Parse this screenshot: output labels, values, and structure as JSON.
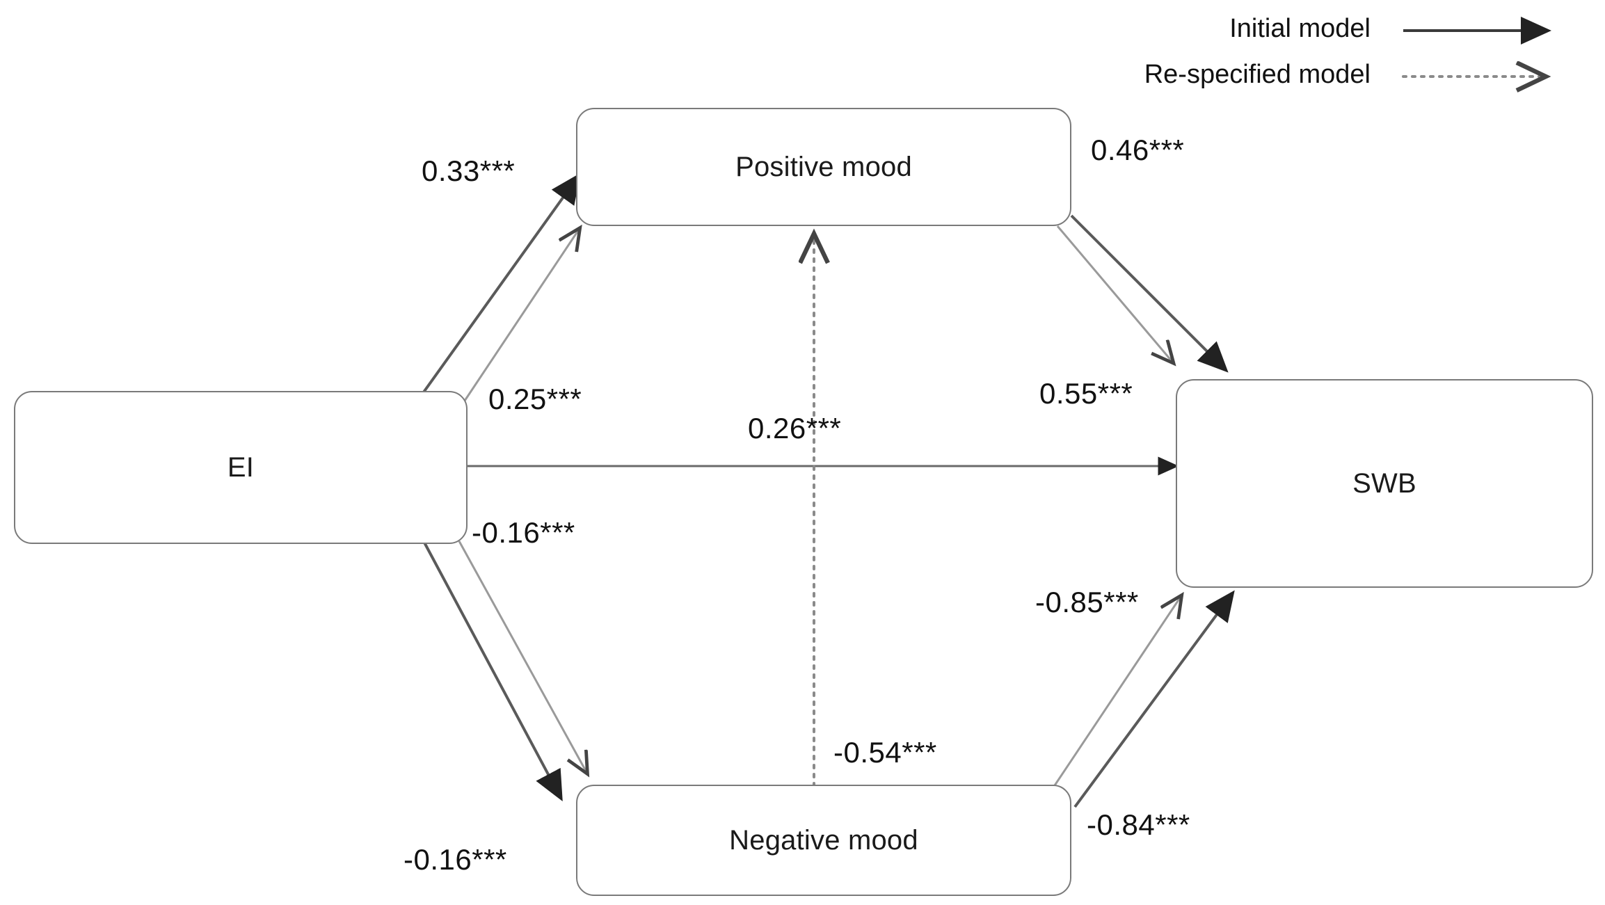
{
  "figure": {
    "type": "path-diagram",
    "description": "Structural equation model path diagram of EI, Positive mood, Negative mood and SWB"
  },
  "legend": {
    "items": [
      {
        "label": "Initial model",
        "line_style": "solid",
        "arrow": "filled"
      },
      {
        "label": "Re-specified model",
        "line_style": "dotted",
        "arrow": "open"
      }
    ]
  },
  "nodes": [
    {
      "id": "ei",
      "label": "EI"
    },
    {
      "id": "positive_mood",
      "label": "Positive mood"
    },
    {
      "id": "negative_mood",
      "label": "Negative mood"
    },
    {
      "id": "swb",
      "label": "SWB"
    }
  ],
  "edges": [
    {
      "id": "ei_pos_initial",
      "from": "EI",
      "to": "Positive mood",
      "label": "0.33***",
      "model": "Initial model"
    },
    {
      "id": "ei_pos_respec",
      "from": "EI",
      "to": "Positive mood",
      "label": "0.25***",
      "model": "Re-specified model"
    },
    {
      "id": "pos_swb_initial",
      "from": "Positive mood",
      "to": "SWB",
      "label": "0.46***",
      "model": "Initial model"
    },
    {
      "id": "pos_swb_respec",
      "from": "Positive mood",
      "to": "SWB",
      "label": "0.55***",
      "model": "Re-specified model"
    },
    {
      "id": "ei_swb_direct",
      "from": "EI",
      "to": "SWB",
      "label": "0.26***",
      "model": "Initial model"
    },
    {
      "id": "ei_neg_initial",
      "from": "EI",
      "to": "Negative mood",
      "label": "-0.16***",
      "model": "Initial model"
    },
    {
      "id": "ei_neg_respec",
      "from": "EI",
      "to": "Negative mood",
      "label": "-0.16***",
      "model": "Re-specified model"
    },
    {
      "id": "neg_swb_initial",
      "from": "Negative mood",
      "to": "SWB",
      "label": "-0.84***",
      "model": "Initial model"
    },
    {
      "id": "neg_swb_respec",
      "from": "Negative mood",
      "to": "SWB",
      "label": "-0.85***",
      "model": "Re-specified model"
    },
    {
      "id": "neg_pos_respec",
      "from": "Negative mood",
      "to": "Positive mood",
      "label": "-0.54***",
      "model": "Re-specified model"
    }
  ],
  "chart_data": {
    "type": "diagram",
    "title": "",
    "nodes": [
      "EI",
      "Positive mood",
      "Negative mood",
      "SWB"
    ],
    "paths": [
      {
        "source": "EI",
        "target": "Positive mood",
        "coefficient": 0.33,
        "significance": "***",
        "model": "Initial model"
      },
      {
        "source": "EI",
        "target": "Positive mood",
        "coefficient": 0.25,
        "significance": "***",
        "model": "Re-specified model"
      },
      {
        "source": "Positive mood",
        "target": "SWB",
        "coefficient": 0.46,
        "significance": "***",
        "model": "Initial model"
      },
      {
        "source": "Positive mood",
        "target": "SWB",
        "coefficient": 0.55,
        "significance": "***",
        "model": "Re-specified model"
      },
      {
        "source": "EI",
        "target": "SWB",
        "coefficient": 0.26,
        "significance": "***",
        "model": "Initial model"
      },
      {
        "source": "EI",
        "target": "Negative mood",
        "coefficient": -0.16,
        "significance": "***",
        "model": "Initial model"
      },
      {
        "source": "EI",
        "target": "Negative mood",
        "coefficient": -0.16,
        "significance": "***",
        "model": "Re-specified model"
      },
      {
        "source": "Negative mood",
        "target": "SWB",
        "coefficient": -0.84,
        "significance": "***",
        "model": "Initial model"
      },
      {
        "source": "Negative mood",
        "target": "SWB",
        "coefficient": -0.85,
        "significance": "***",
        "model": "Re-specified model"
      },
      {
        "source": "Negative mood",
        "target": "Positive mood",
        "coefficient": -0.54,
        "significance": "***",
        "model": "Re-specified model"
      }
    ],
    "legend": [
      "Initial model",
      "Re-specified model"
    ],
    "legend_position": "top-right"
  },
  "colors": {
    "line": "#555555",
    "line_light": "#8a8a8a",
    "box_border": "#7a7a7a",
    "text": "#111111",
    "background": "#ffffff"
  }
}
